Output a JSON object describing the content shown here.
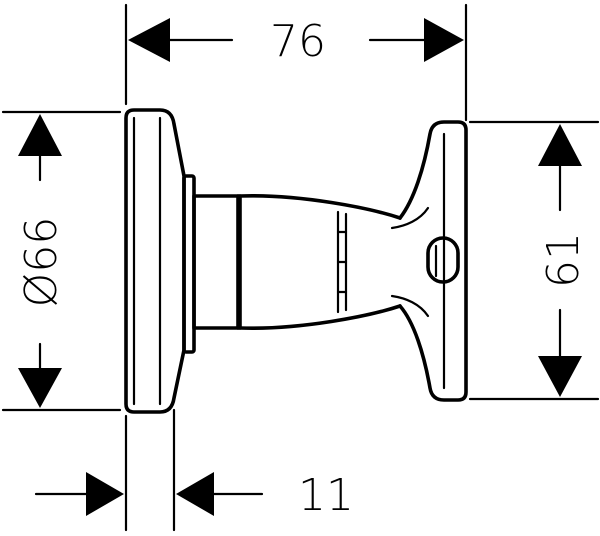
{
  "dimensions": {
    "width_overall": "76",
    "diameter": "Ø66",
    "height_handle": "61",
    "rosette_depth": "11"
  },
  "colors": {
    "line": "#000000",
    "background": "#ffffff"
  }
}
